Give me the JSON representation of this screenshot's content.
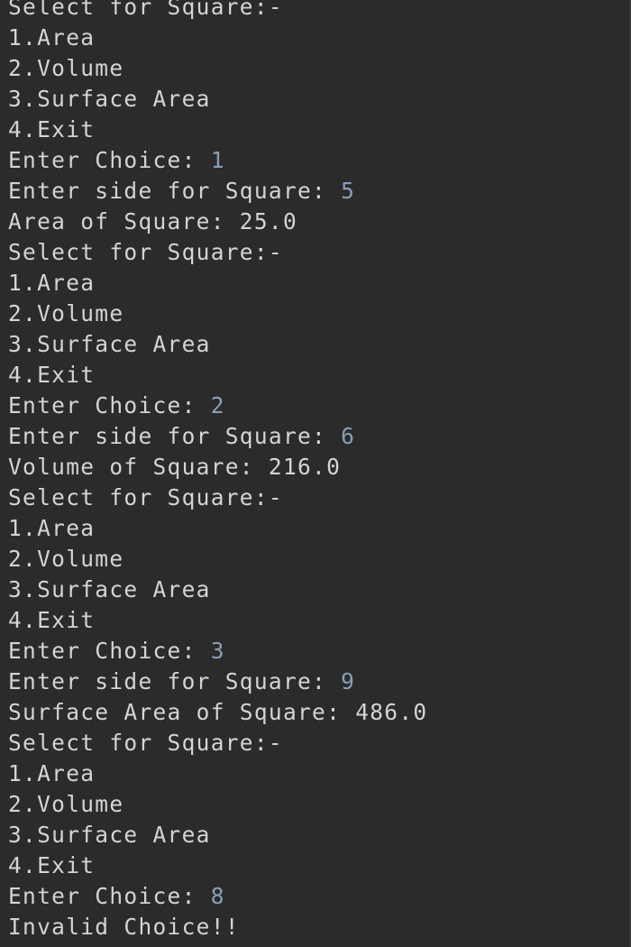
{
  "colors": {
    "background": "#2b2b2b",
    "output_text": "#d4d4d4",
    "user_input_text": "#8a9fb6"
  },
  "console": {
    "lines": [
      {
        "text": "Select for Square:-"
      },
      {
        "text": "1.Area"
      },
      {
        "text": "2.Volume"
      },
      {
        "text": "3.Surface Area"
      },
      {
        "text": "4.Exit"
      },
      {
        "text": "Enter Choice: ",
        "input": "1"
      },
      {
        "text": "Enter side for Square: ",
        "input": "5"
      },
      {
        "text": "Area of Square: 25.0"
      },
      {
        "text": "Select for Square:-"
      },
      {
        "text": "1.Area"
      },
      {
        "text": "2.Volume"
      },
      {
        "text": "3.Surface Area"
      },
      {
        "text": "4.Exit"
      },
      {
        "text": "Enter Choice: ",
        "input": "2"
      },
      {
        "text": "Enter side for Square: ",
        "input": "6"
      },
      {
        "text": "Volume of Square: 216.0"
      },
      {
        "text": "Select for Square:-"
      },
      {
        "text": "1.Area"
      },
      {
        "text": "2.Volume"
      },
      {
        "text": "3.Surface Area"
      },
      {
        "text": "4.Exit"
      },
      {
        "text": "Enter Choice: ",
        "input": "3"
      },
      {
        "text": "Enter side for Square: ",
        "input": "9"
      },
      {
        "text": "Surface Area of Square: 486.0"
      },
      {
        "text": "Select for Square:-"
      },
      {
        "text": "1.Area"
      },
      {
        "text": "2.Volume"
      },
      {
        "text": "3.Surface Area"
      },
      {
        "text": "4.Exit"
      },
      {
        "text": "Enter Choice: ",
        "input": "8"
      },
      {
        "text": "Invalid Choice!!"
      }
    ]
  }
}
